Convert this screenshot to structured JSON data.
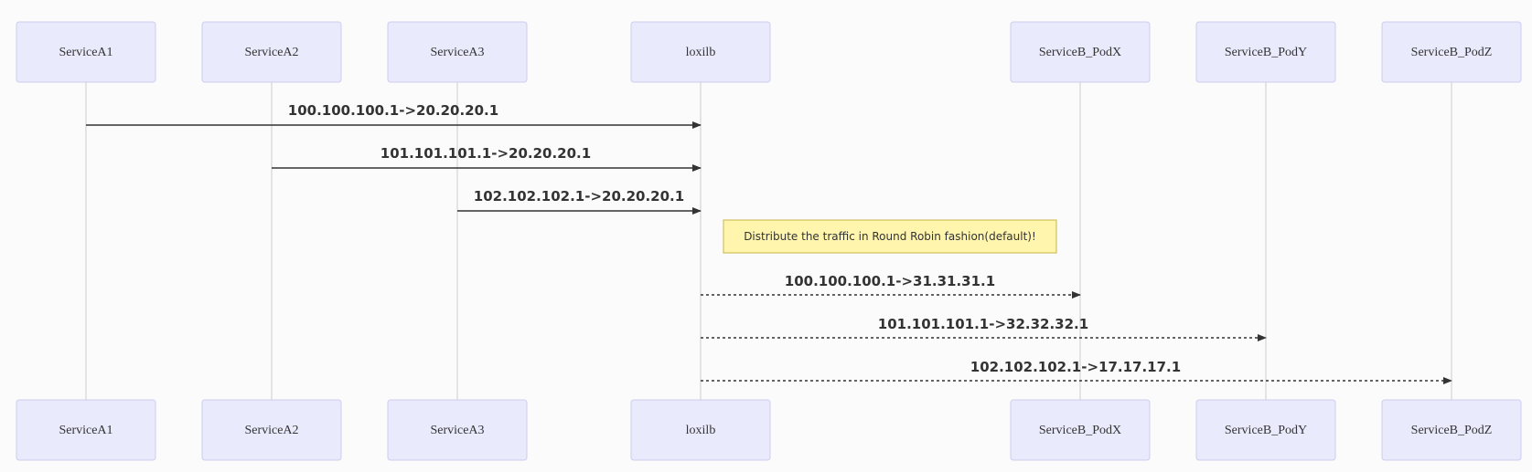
{
  "diagram": {
    "type": "sequence",
    "participants": [
      "ServiceA1",
      "ServiceA2",
      "ServiceA3",
      "loxilb",
      "ServiceB_PodX",
      "ServiceB_PodY",
      "ServiceB_PodZ"
    ],
    "messages": [
      {
        "from": "ServiceA1",
        "to": "loxilb",
        "label": "100.100.100.1->20.20.20.1",
        "style": "solid"
      },
      {
        "from": "ServiceA2",
        "to": "loxilb",
        "label": "101.101.101.1->20.20.20.1",
        "style": "solid"
      },
      {
        "from": "ServiceA3",
        "to": "loxilb",
        "label": "102.102.102.1->20.20.20.1",
        "style": "solid"
      },
      {
        "from": "loxilb",
        "to": "ServiceB_PodX",
        "label": "100.100.100.1->31.31.31.1",
        "style": "dashed"
      },
      {
        "from": "loxilb",
        "to": "ServiceB_PodY",
        "label": "101.101.101.1->32.32.32.1",
        "style": "dashed"
      },
      {
        "from": "loxilb",
        "to": "ServiceB_PodZ",
        "label": "102.102.102.1->17.17.17.1",
        "style": "dashed"
      }
    ],
    "note": {
      "text": "Distribute the traffic in Round Robin fashion(default)!",
      "over": "loxilb"
    },
    "colors": {
      "actor_fill": "#eaeafd",
      "actor_border": "#ccccee",
      "lifeline": "#cccccc",
      "arrow": "#333333",
      "note_fill": "#fff5ad",
      "note_border": "#c9b44a"
    }
  }
}
